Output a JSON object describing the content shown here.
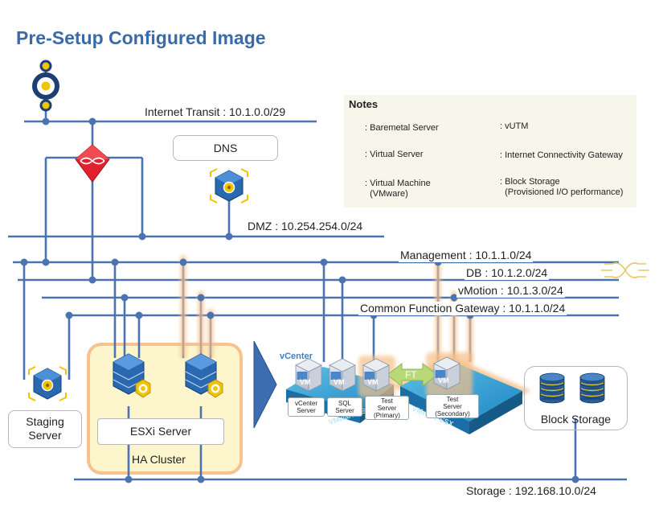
{
  "title": "Pre-Setup Configured Image",
  "networks": {
    "internet_transit": "Internet Transit : 10.1.0.0/29",
    "dmz": "DMZ : 10.254.254.0/24",
    "management": "Management : 10.1.1.0/24",
    "db": "DB : 10.1.2.0/24",
    "vmotion": "vMotion : 10.1.3.0/24",
    "common_gateway": "Common Function Gateway : 10.1.1.0/24",
    "storage": "Storage : 192.168.10.0/24"
  },
  "boxes": {
    "dns": "DNS",
    "staging_line1": "Staging",
    "staging_line2": "Server",
    "esxi": "ESXi Server",
    "ha_cluster": "HA Cluster",
    "block_storage": "Block Storage"
  },
  "notes": {
    "title": "Notes",
    "baremetal": ": Baremetal Server",
    "virtual_server": ": Virtual Server",
    "virtual_machine": ": Virtual Machine\n  (VMware)",
    "vutm": ": vUTM",
    "gateway": ": Internet Connectivity Gateway",
    "block_storage": ": Block Storage\n  (Provisioned I/O performance)"
  },
  "vmware": {
    "vcenter_tag": "vCenter",
    "vm_tag": "VM",
    "ft_label": "FT",
    "esx_text": "VMware ESX",
    "vms": {
      "vcenter": "vCenter\nServer",
      "sql": "SQL\nServer",
      "test_primary": "Test\nServer\n(Primary)",
      "test_secondary": "Test\nServer\n(Secondary)"
    }
  },
  "colors": {
    "title": "#3b6aa8",
    "network_line": "#4a73b0",
    "server_blue": "#2a68b0",
    "utm_red": "#e0222e",
    "accent_yellow": "#f0c400",
    "ha_cluster_fill": "#fdf5c9",
    "esx_platform": "#38a6d8",
    "highlight_glow": "#f6c089",
    "notes_bg": "#f6f6ea"
  },
  "icons": [
    "gateway-icon",
    "utm-icon",
    "virtual-server-icon",
    "baremetal-server-icon",
    "virtual-machine-icon",
    "block-storage-icon",
    "arrow-right-icon"
  ]
}
